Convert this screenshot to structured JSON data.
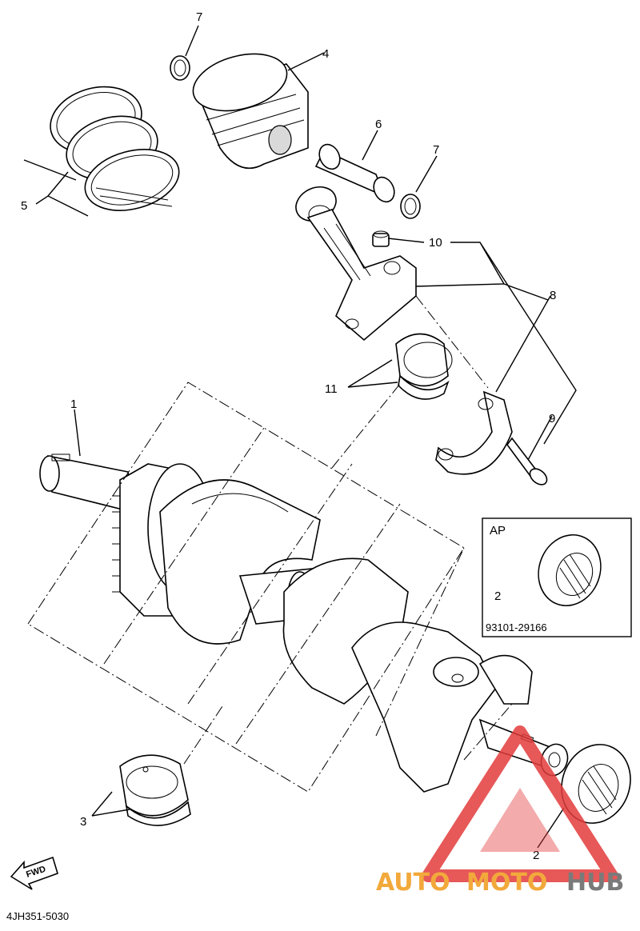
{
  "callouts": {
    "c1": "1",
    "c2_main": "2",
    "c2_ap": "2",
    "c3": "3",
    "c4": "4",
    "c5": "5",
    "c6": "6",
    "c7_left": "7",
    "c7_right": "7",
    "c8": "8",
    "c9": "9",
    "c10": "10",
    "c11": "11"
  },
  "inset": {
    "label": "AP",
    "part_number": "93101-29166"
  },
  "fwd_label": "FWD",
  "diagram_code": "4JH351-5030",
  "watermark": {
    "word1": "AUTO",
    "word2": "MOTO",
    "word3": "HUB",
    "colors": {
      "auto": "#f2a93b",
      "moto": "#f2a93b",
      "hub": "#7a7a7a",
      "triangle": "#e33b3b"
    }
  }
}
